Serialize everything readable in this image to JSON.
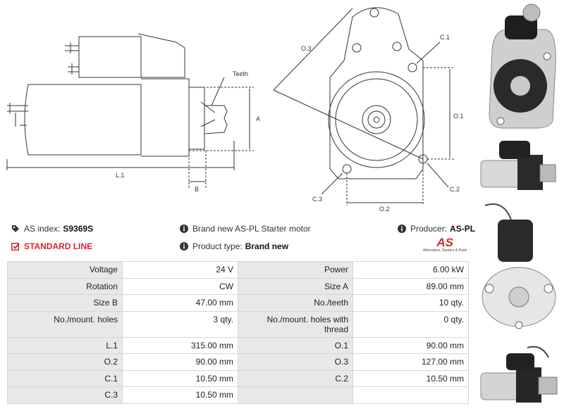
{
  "drawing_labels": {
    "teeth": "Teeth",
    "a": "A",
    "l1": "L.1",
    "b": "B",
    "o3": "O.3",
    "c1": "C.1",
    "o1": "O.1",
    "o2": "O.2",
    "c2": "C.2",
    "c3": "C.3"
  },
  "info": {
    "as_index_label": "AS index:",
    "as_index_value": "S9369S",
    "description": "Brand new AS-PL Starter motor",
    "producer_label": "Producer:",
    "producer_value": "AS-PL",
    "standard_line": "STANDARD LINE",
    "product_type_label": "Product type:",
    "product_type_value": "Brand new",
    "logo_text": "AS",
    "logo_caption": "Alternators, Starters & Parts"
  },
  "specs": [
    {
      "l1": "Voltage",
      "v1": "24 V",
      "l2": "Power",
      "v2": "6.00 kW"
    },
    {
      "l1": "Rotation",
      "v1": "CW",
      "l2": "Size A",
      "v2": "89.00 mm"
    },
    {
      "l1": "Size B",
      "v1": "47.00 mm",
      "l2": "No./teeth",
      "v2": "10 qty."
    },
    {
      "l1": "No./mount. holes",
      "v1": "3 qty.",
      "l2": "No./mount. holes with thread",
      "v2": "0 qty."
    },
    {
      "l1": "L.1",
      "v1": "315.00 mm",
      "l2": "O.1",
      "v2": "90.00 mm"
    },
    {
      "l1": "O.2",
      "v1": "90.00 mm",
      "l2": "O.3",
      "v2": "127.00 mm"
    },
    {
      "l1": "C.1",
      "v1": "10.50 mm",
      "l2": "C.2",
      "v2": "10.50 mm"
    },
    {
      "l1": "C.3",
      "v1": "10.50 mm",
      "l2": "",
      "v2": ""
    }
  ],
  "colors": {
    "accent_red": "#d9262c",
    "label_bg": "#e8e8e8",
    "border": "#d6d6d6"
  }
}
